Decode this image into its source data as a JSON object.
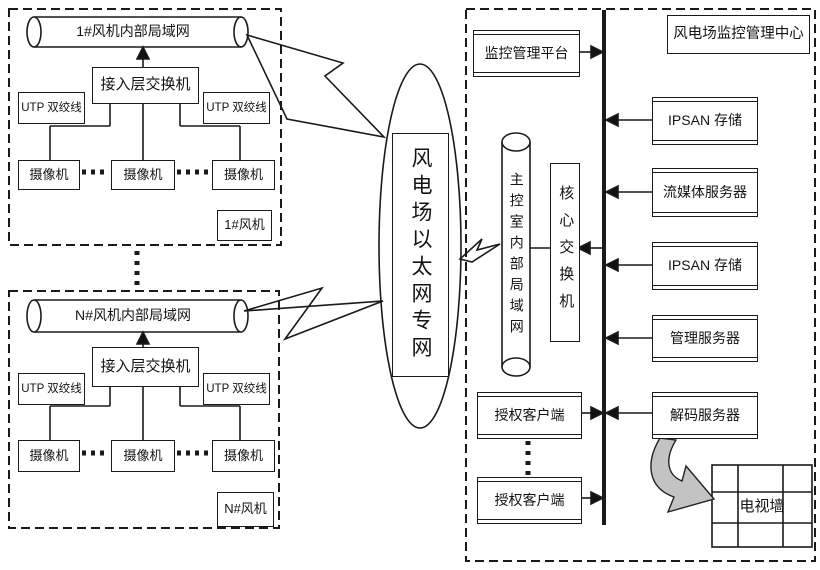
{
  "left_sections": [
    {
      "lan_label": "1#风机内部局域网",
      "switch_label": "接入层交换机",
      "utp_left": "UTP 双绞线",
      "utp_right": "UTP 双绞线",
      "cameras": [
        "摄像机",
        "摄像机",
        "摄像机"
      ],
      "section_label": "1#风机"
    },
    {
      "lan_label": "N#风机内部局域网",
      "switch_label": "接入层交换机",
      "utp_left": "UTP 双绞线",
      "utp_right": "UTP 双绞线",
      "cameras": [
        "摄像机",
        "摄像机",
        "摄像机"
      ],
      "section_label": "N#风机"
    }
  ],
  "cloud": {
    "label": "风电场以太网专网"
  },
  "right_section": {
    "title": "风电场监控管理中心",
    "platform_label": "监控管理平台",
    "control_lan_label": "主控室内部局域网",
    "core_switch_label": "核心交换机",
    "servers": [
      {
        "label": "IPSAN 存储"
      },
      {
        "label": "流媒体服务器"
      },
      {
        "label": "IPSAN 存储"
      },
      {
        "label": "管理服务器"
      },
      {
        "label": "解码服务器"
      }
    ],
    "clients": [
      {
        "label": "授权客户端"
      },
      {
        "label": "授权客户端"
      }
    ],
    "tv_wall_label": "电视墙"
  },
  "colors": {
    "line": "#1a1a1a",
    "arrow_fill": "#111111",
    "swoosh_fill": "#c3c3c3",
    "background": "#ffffff"
  }
}
